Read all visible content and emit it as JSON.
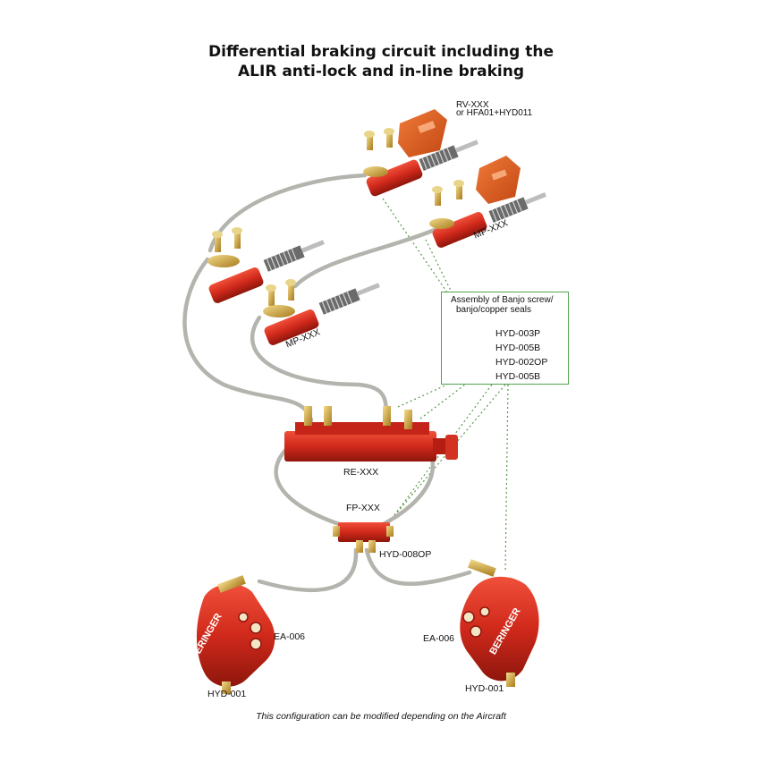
{
  "title_line1": "Differential braking circuit including the",
  "title_line2": "ALIR anti-lock and in-line braking",
  "labels": {
    "rv": "RV-XXX",
    "rv_alt": "or HFA01+HYD011",
    "mp_right": "MP-XXX",
    "mp_left": "MP-XXX",
    "re": "RE-XXX",
    "fp": "FP-XXX",
    "hyd008": "HYD-008OP",
    "ea_left": "EA-006",
    "ea_right": "EA-006",
    "hyd001_left": "HYD-001",
    "hyd001_right": "HYD-001"
  },
  "legend": {
    "heading1": "Assembly of Banjo screw/",
    "heading2": "banjo/copper seals",
    "items": [
      "HYD-003P",
      "HYD-005B",
      "HYD-002OP",
      "HYD-005B"
    ]
  },
  "brand": "BERINGER",
  "footer": "This configuration can be modified depending on the Aircraft",
  "colors": {
    "part_red": "#d0291b",
    "brass": "#c9a032",
    "hose": "#b4b4ae",
    "legend_border": "#4fa44f",
    "leader": "#5a9a4a"
  }
}
